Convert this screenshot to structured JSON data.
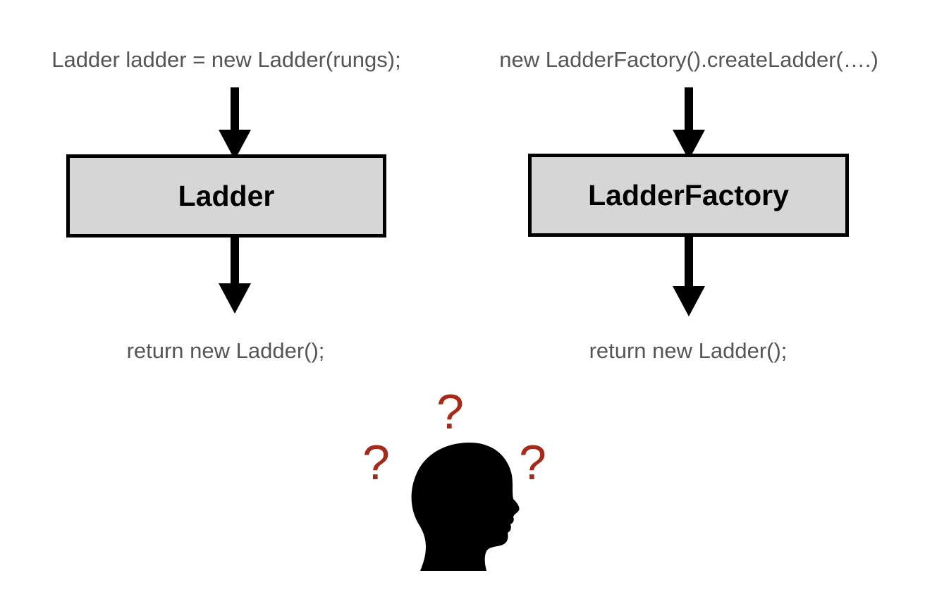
{
  "left_column": {
    "top_code": "Ladder ladder = new Ladder(rungs);",
    "box_label": "Ladder",
    "bottom_code": "return new Ladder();"
  },
  "right_column": {
    "top_code": "new LadderFactory().createLadder(….)",
    "box_label": "LadderFactory",
    "bottom_code": "return new Ladder();"
  },
  "confusion": {
    "marks": [
      "?",
      "?",
      "?"
    ],
    "icon": "thinking-head-icon",
    "mark_color": "#a62a1a"
  },
  "colors": {
    "box_fill": "#d6d6d6",
    "box_border": "#000000",
    "code_text": "#555555"
  }
}
